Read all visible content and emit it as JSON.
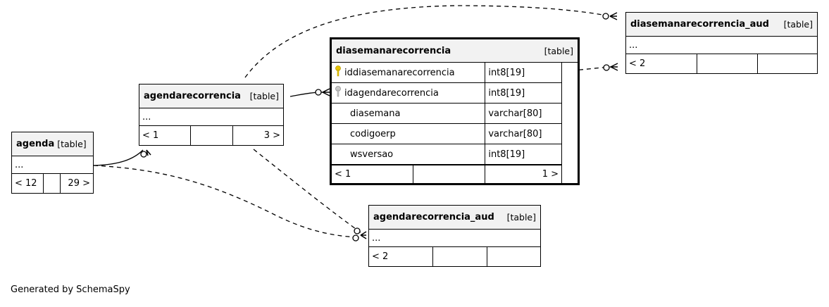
{
  "tables": {
    "agenda": {
      "name": "agenda",
      "kind": "[table]",
      "dots": "...",
      "left": "< 12",
      "mid": "",
      "right": "29 >"
    },
    "agendarecorrencia": {
      "name": "agendarecorrencia",
      "kind": "[table]",
      "dots": "...",
      "left": "< 1",
      "mid": "",
      "right": "3 >"
    },
    "diasemanarecorrencia": {
      "name": "diasemanarecorrencia",
      "kind": "[table]",
      "columns": [
        {
          "name": "iddiasemanarecorrencia",
          "type": "int8[19]",
          "key": "primary"
        },
        {
          "name": "idagendarecorrencia",
          "type": "int8[19]",
          "key": "foreign"
        },
        {
          "name": "diasemana",
          "type": "varchar[80]",
          "key": ""
        },
        {
          "name": "codigoerp",
          "type": "varchar[80]",
          "key": ""
        },
        {
          "name": "wsversao",
          "type": "int8[19]",
          "key": ""
        }
      ],
      "left": "< 1",
      "mid": "",
      "right": "1 >"
    },
    "diasemanarecorrencia_aud": {
      "name": "diasemanarecorrencia_aud",
      "kind": "[table]",
      "dots": "...",
      "left": "< 2",
      "mid": "",
      "right": ""
    },
    "agendarecorrencia_aud": {
      "name": "agendarecorrencia_aud",
      "kind": "[table]",
      "dots": "...",
      "left": "< 2",
      "mid": "",
      "right": ""
    }
  },
  "colors": {
    "primary_key": "#e6c200",
    "foreign_key": "#a0a0a0",
    "header_bg": "#f2f2f2"
  },
  "footer": "Generated by SchemaSpy"
}
